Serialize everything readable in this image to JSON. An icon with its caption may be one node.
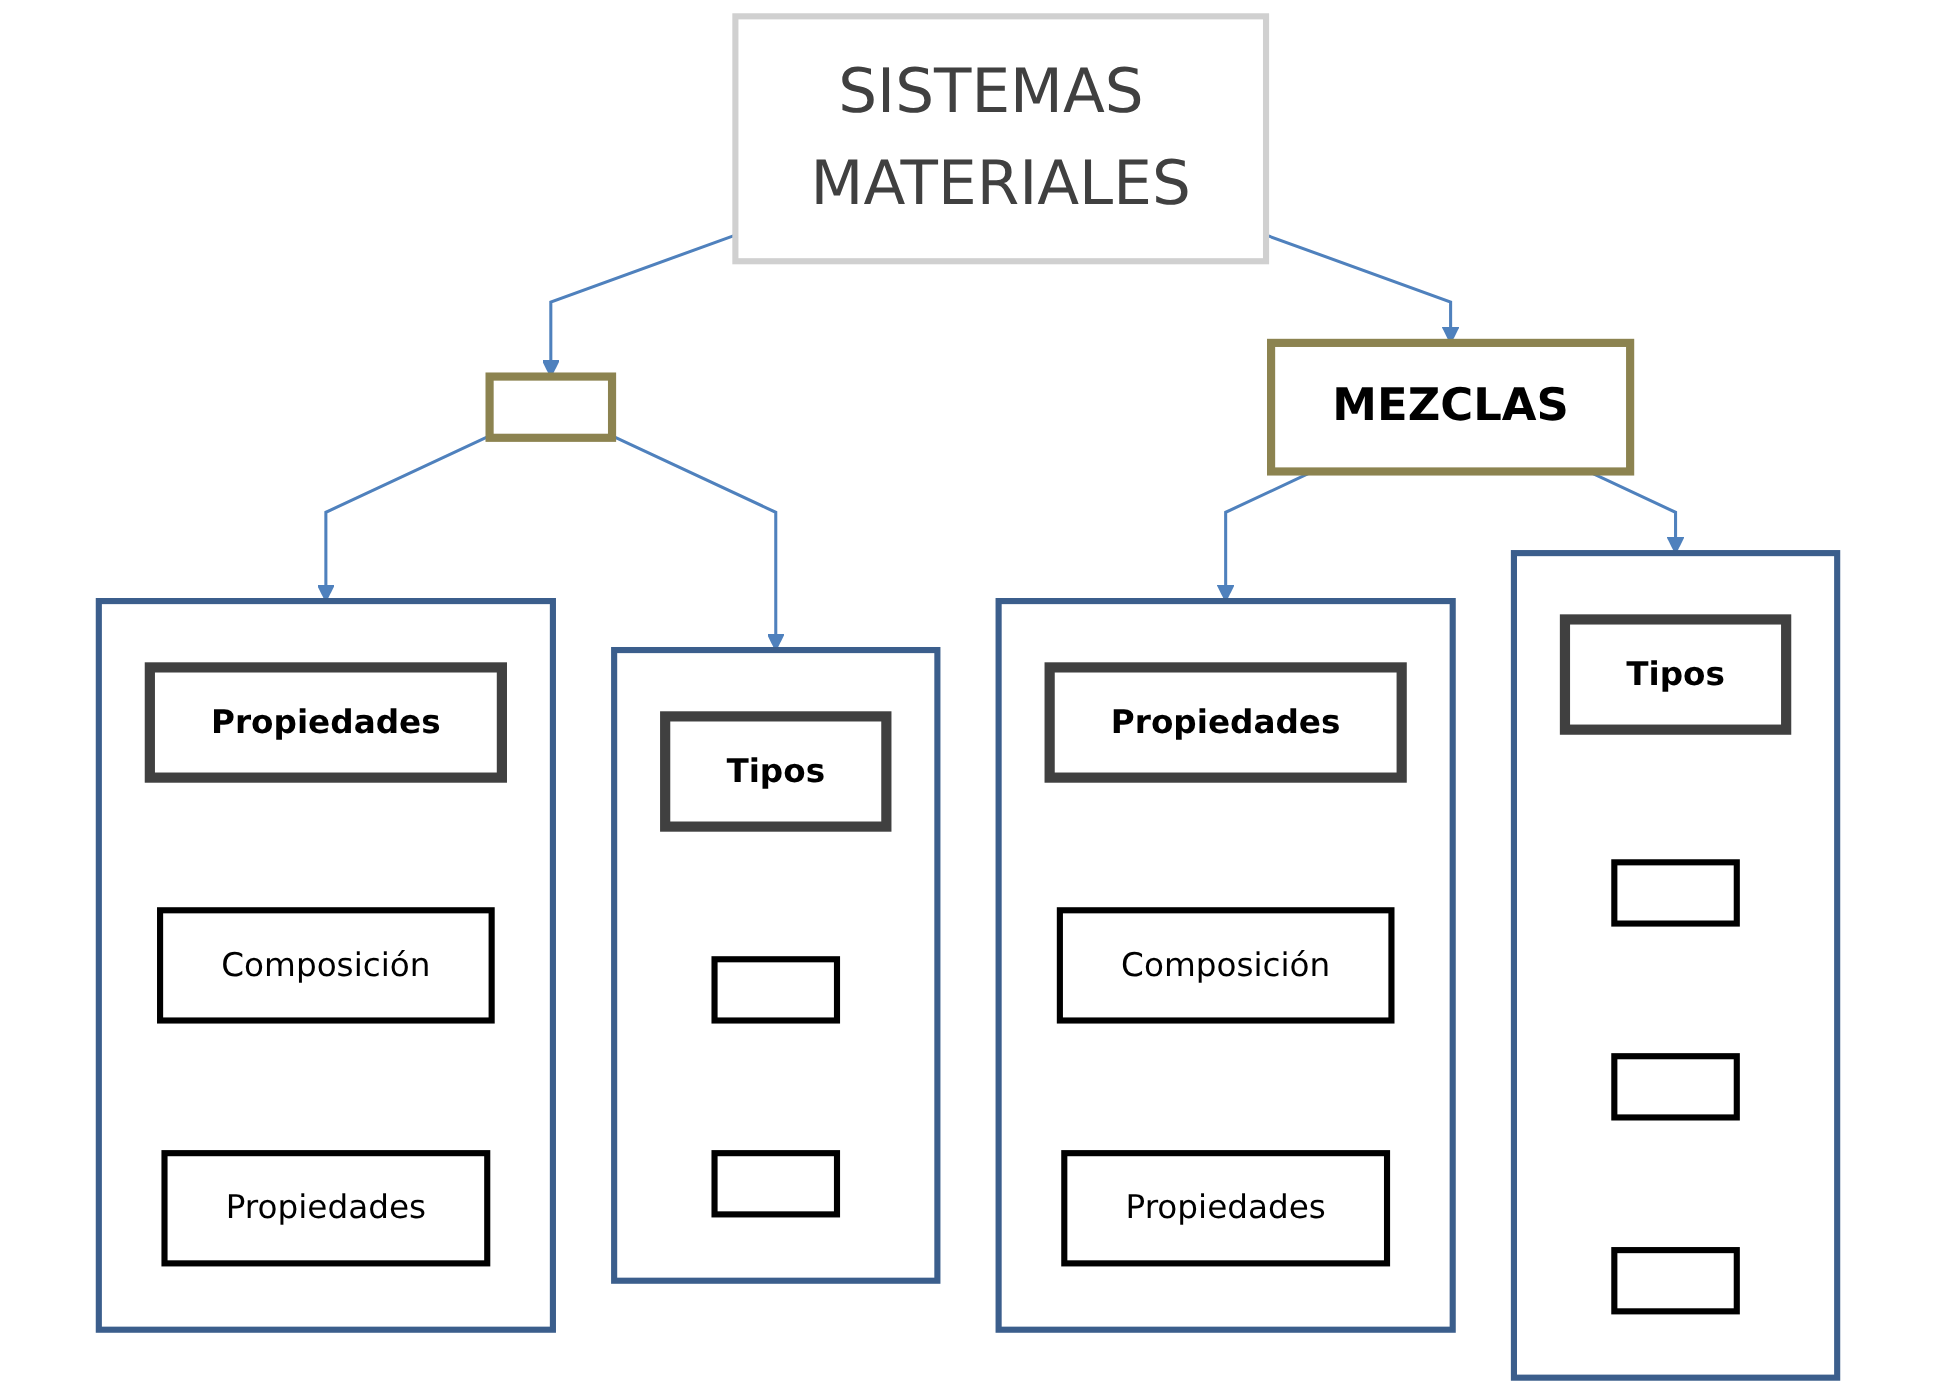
{
  "diagram": {
    "nodes": [
      {
        "text": [
          "SISTEMAS MATERIALES"
        ]
      },
      {
        "text": [],
        "shape": "box"
      },
      {
        "text": [
          "MEZCLAS"
        ]
      },
      {
        "text": [],
        "shape": "box"
      },
      {
        "text": [
          "Propiedades"
        ],
        "in": 3
      },
      {
        "text": [
          "Composición"
        ],
        "in": 3
      },
      {
        "text": [
          "Propiedades"
        ],
        "in": 3
      },
      {
        "text": [],
        "shape": "box"
      },
      {
        "text": [
          "Tipos"
        ],
        "in": 7
      },
      {
        "text": [],
        "shape": "box",
        "in": 7
      },
      {
        "text": [],
        "shape": "box",
        "in": 7
      },
      {
        "text": [],
        "shape": "box"
      },
      {
        "text": [
          "Propiedades"
        ],
        "in": 11
      },
      {
        "text": [
          "Composición"
        ],
        "in": 11
      },
      {
        "text": [
          "Propiedades"
        ],
        "in": 11
      },
      {
        "text": [],
        "shape": "box"
      },
      {
        "text": [
          "Tipos"
        ],
        "in": 15
      },
      {
        "text": [],
        "shape": "box",
        "in": 15
      },
      {
        "text": [],
        "shape": "box",
        "in": 15
      },
      {
        "text": [],
        "shape": "box",
        "in": 15
      }
    ],
    "edges": [
      {
        "from": 0,
        "to": 1,
        "arrow": "to"
      },
      {
        "from": 0,
        "to": 2,
        "arrow": "to"
      },
      {
        "from": 1,
        "to": 3,
        "arrow": "to"
      },
      {
        "from": 1,
        "to": 7,
        "arrow": "to"
      },
      {
        "from": 2,
        "to": 11,
        "arrow": "to"
      },
      {
        "from": 2,
        "to": 15,
        "arrow": "to"
      }
    ]
  }
}
